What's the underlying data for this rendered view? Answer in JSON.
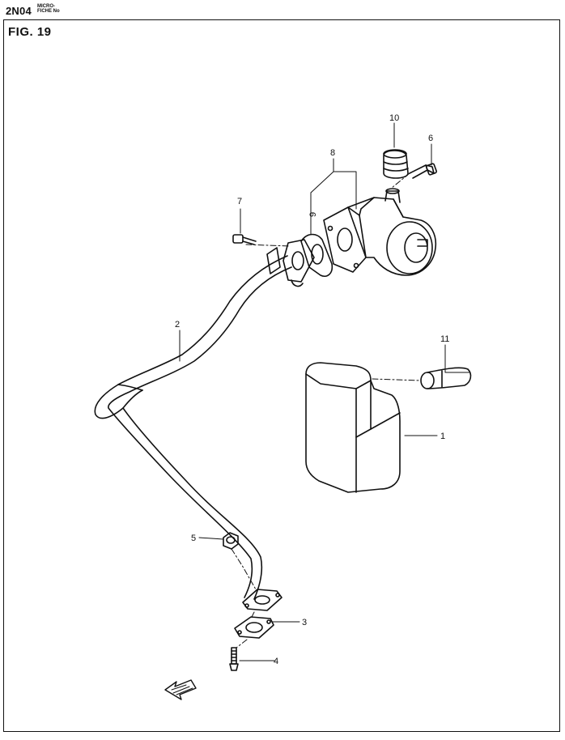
{
  "header": {
    "code": "2N04",
    "micro_line1": "MICRO-",
    "micro_line2": "FICHE No"
  },
  "figure": {
    "title": "FIG.  19"
  },
  "callouts": [
    {
      "id": "1",
      "label": "1"
    },
    {
      "id": "2",
      "label": "2"
    },
    {
      "id": "3",
      "label": "3"
    },
    {
      "id": "4",
      "label": "4"
    },
    {
      "id": "5",
      "label": "5"
    },
    {
      "id": "6",
      "label": "6"
    },
    {
      "id": "7",
      "label": "7"
    },
    {
      "id": "8",
      "label": "8"
    },
    {
      "id": "9",
      "label": "9"
    },
    {
      "id": "10",
      "label": "10"
    },
    {
      "id": "11",
      "label": "11"
    }
  ]
}
